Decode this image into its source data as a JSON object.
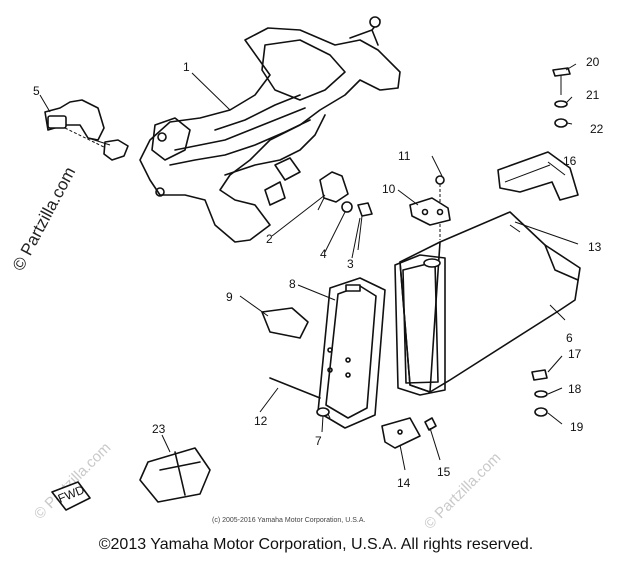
{
  "watermark": {
    "brand": "© Partzilla.com",
    "brand_repeat": "© Partzilla.com"
  },
  "callouts": [
    "1",
    "2",
    "3",
    "4",
    "5",
    "6",
    "7",
    "8",
    "9",
    "10",
    "11",
    "12",
    "13",
    "14",
    "15",
    "16",
    "17",
    "18",
    "19",
    "20",
    "21",
    "22",
    "23"
  ],
  "fwd_label": "FWD",
  "small_copyright": "(c) 2005-2016 Yamaha Motor Corporation, U.S.A.",
  "footer_copyright": "©2013 Yamaha Motor Corporation, U.S.A. All rights reserved."
}
